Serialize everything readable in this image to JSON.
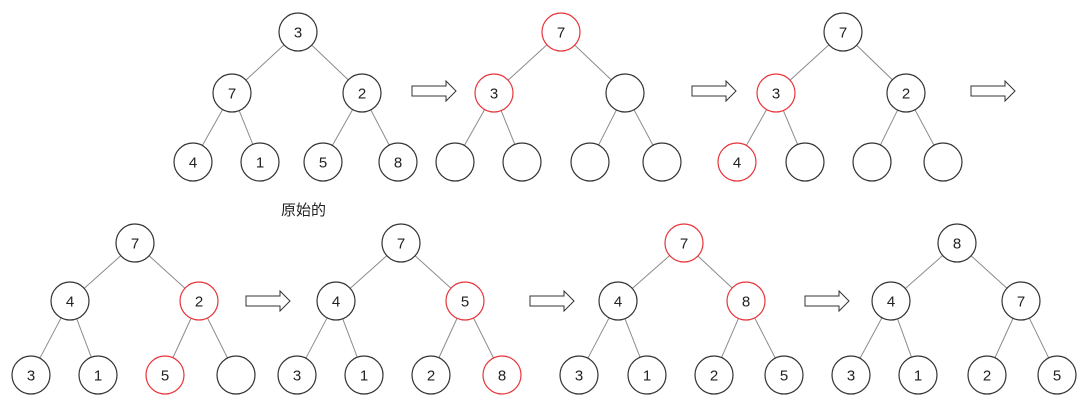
{
  "caption": "原始的",
  "colors": {
    "node_stroke": "#333333",
    "highlight": "#e8343a",
    "edge": "#8c8c8c"
  },
  "trees": [
    {
      "name": "original",
      "nodes": [
        "3",
        "7",
        "2",
        "4",
        "1",
        "5",
        "8"
      ],
      "highlight": []
    },
    {
      "name": "step-1",
      "nodes": [
        "7",
        "3",
        "",
        "",
        "",
        "",
        ""
      ],
      "highlight": [
        0,
        1
      ]
    },
    {
      "name": "step-2",
      "nodes": [
        "7",
        "3",
        "2",
        "4",
        "",
        "",
        ""
      ],
      "highlight": [
        1,
        3
      ]
    },
    {
      "name": "step-3",
      "nodes": [
        "7",
        "4",
        "2",
        "3",
        "1",
        "5",
        ""
      ],
      "highlight": [
        2,
        5
      ]
    },
    {
      "name": "step-4",
      "nodes": [
        "7",
        "4",
        "5",
        "3",
        "1",
        "2",
        "8"
      ],
      "highlight": [
        2,
        6
      ]
    },
    {
      "name": "step-5",
      "nodes": [
        "7",
        "4",
        "8",
        "3",
        "1",
        "2",
        "5"
      ],
      "highlight": [
        0,
        2
      ]
    },
    {
      "name": "final",
      "nodes": [
        "8",
        "4",
        "7",
        "3",
        "1",
        "2",
        "5"
      ],
      "highlight": []
    }
  ],
  "arrows": [
    "arrow-1",
    "arrow-2",
    "arrow-3",
    "arrow-4",
    "arrow-5",
    "arrow-6"
  ]
}
